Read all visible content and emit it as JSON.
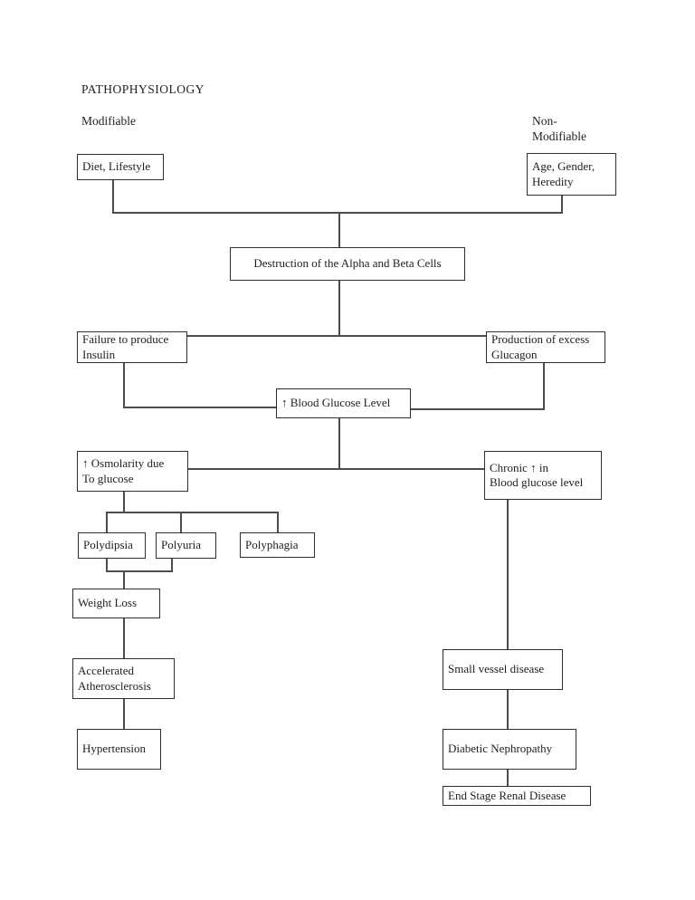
{
  "page": {
    "title": "PATHOPHYSIOLOGY",
    "category_labels": {
      "modifiable": "Modifiable",
      "non_modifiable": "Non-\nModifiable"
    }
  },
  "nodes": {
    "diet_lifestyle": "Diet, Lifestyle",
    "age_gender_heredity": "Age, Gender,\nHeredity",
    "destruction_cells": "Destruction of the Alpha and Beta Cells",
    "failure_insulin": "Failure to produce\nInsulin",
    "excess_glucagon": "Production of excess\nGlucagon",
    "blood_glucose_level": "↑ Blood Glucose Level",
    "osmolarity": "↑ Osmolarity due\nTo glucose",
    "chronic_increase": "Chronic ↑ in\nBlood glucose level",
    "polydipsia": "Polydipsia",
    "polyuria": "Polyuria",
    "polyphagia": "Polyphagia",
    "weight_loss": "Weight Loss",
    "accelerated_atherosclerosis": "Accelerated\nAtherosclerosis",
    "hypertension": "Hypertension",
    "small_vessel_disease": "Small vessel disease",
    "diabetic_nephropathy": "Diabetic Nephropathy",
    "end_stage_renal_disease": "End Stage Renal Disease"
  },
  "colors": {
    "background": "#ffffff",
    "box_border": "#2e2e2e",
    "connector": "#4d4d4d",
    "text": "#1f1f1f"
  }
}
